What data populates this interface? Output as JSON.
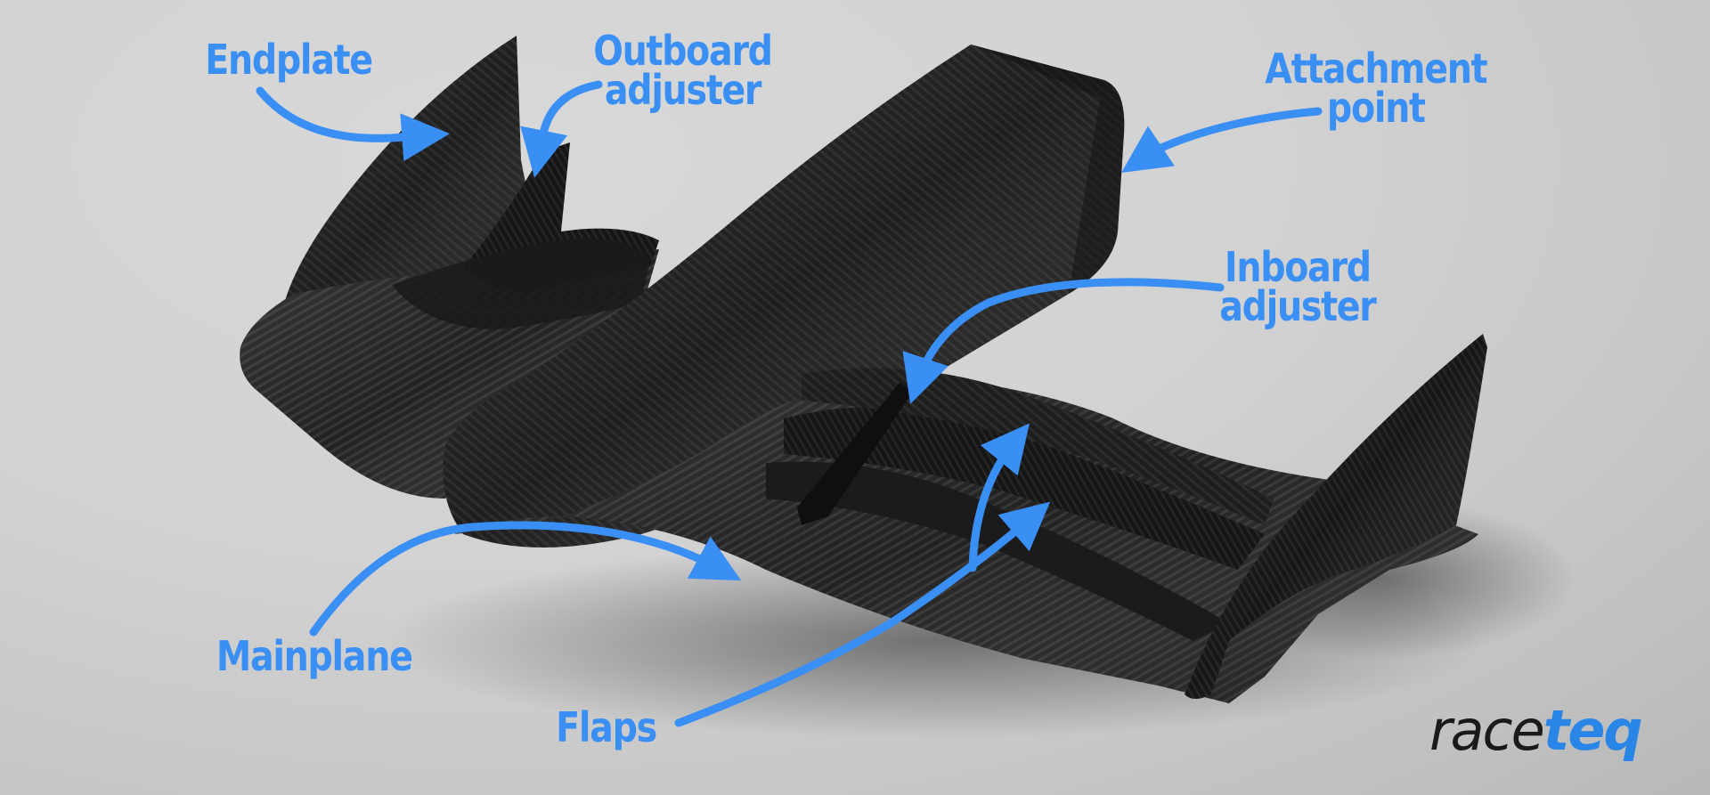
{
  "diagram": {
    "subject": "Carbon fibre front wing assembly",
    "background_color": "#d4d4d4",
    "accent_color": "#3a8ff5",
    "part_color": "#1c1c1c",
    "labels": [
      {
        "id": "endplate",
        "lines": [
          "Endplate"
        ]
      },
      {
        "id": "outboard-adjuster",
        "lines": [
          "Outboard",
          "adjuster"
        ]
      },
      {
        "id": "attachment-point",
        "lines": [
          "Attachment",
          "point"
        ]
      },
      {
        "id": "inboard-adjuster",
        "lines": [
          "Inboard",
          "adjuster"
        ]
      },
      {
        "id": "mainplane",
        "lines": [
          "Mainplane"
        ]
      },
      {
        "id": "flaps",
        "lines": [
          "Flaps"
        ]
      }
    ],
    "arrows": [
      {
        "from": "endplate",
        "to": "left endplate face"
      },
      {
        "from": "outboard-adjuster",
        "to": "left outboard adjuster"
      },
      {
        "from": "attachment-point",
        "to": "central pylon"
      },
      {
        "from": "inboard-adjuster",
        "to": "inboard adjuster strut"
      },
      {
        "from": "mainplane",
        "to": "mainplane surface"
      },
      {
        "from": "flaps",
        "to": "upper flap (two arrowheads)"
      }
    ]
  },
  "logo": {
    "part1": "race",
    "part2": "teq",
    "part1_color": "#1a1a1a",
    "part2_color": "#2a86e6"
  }
}
